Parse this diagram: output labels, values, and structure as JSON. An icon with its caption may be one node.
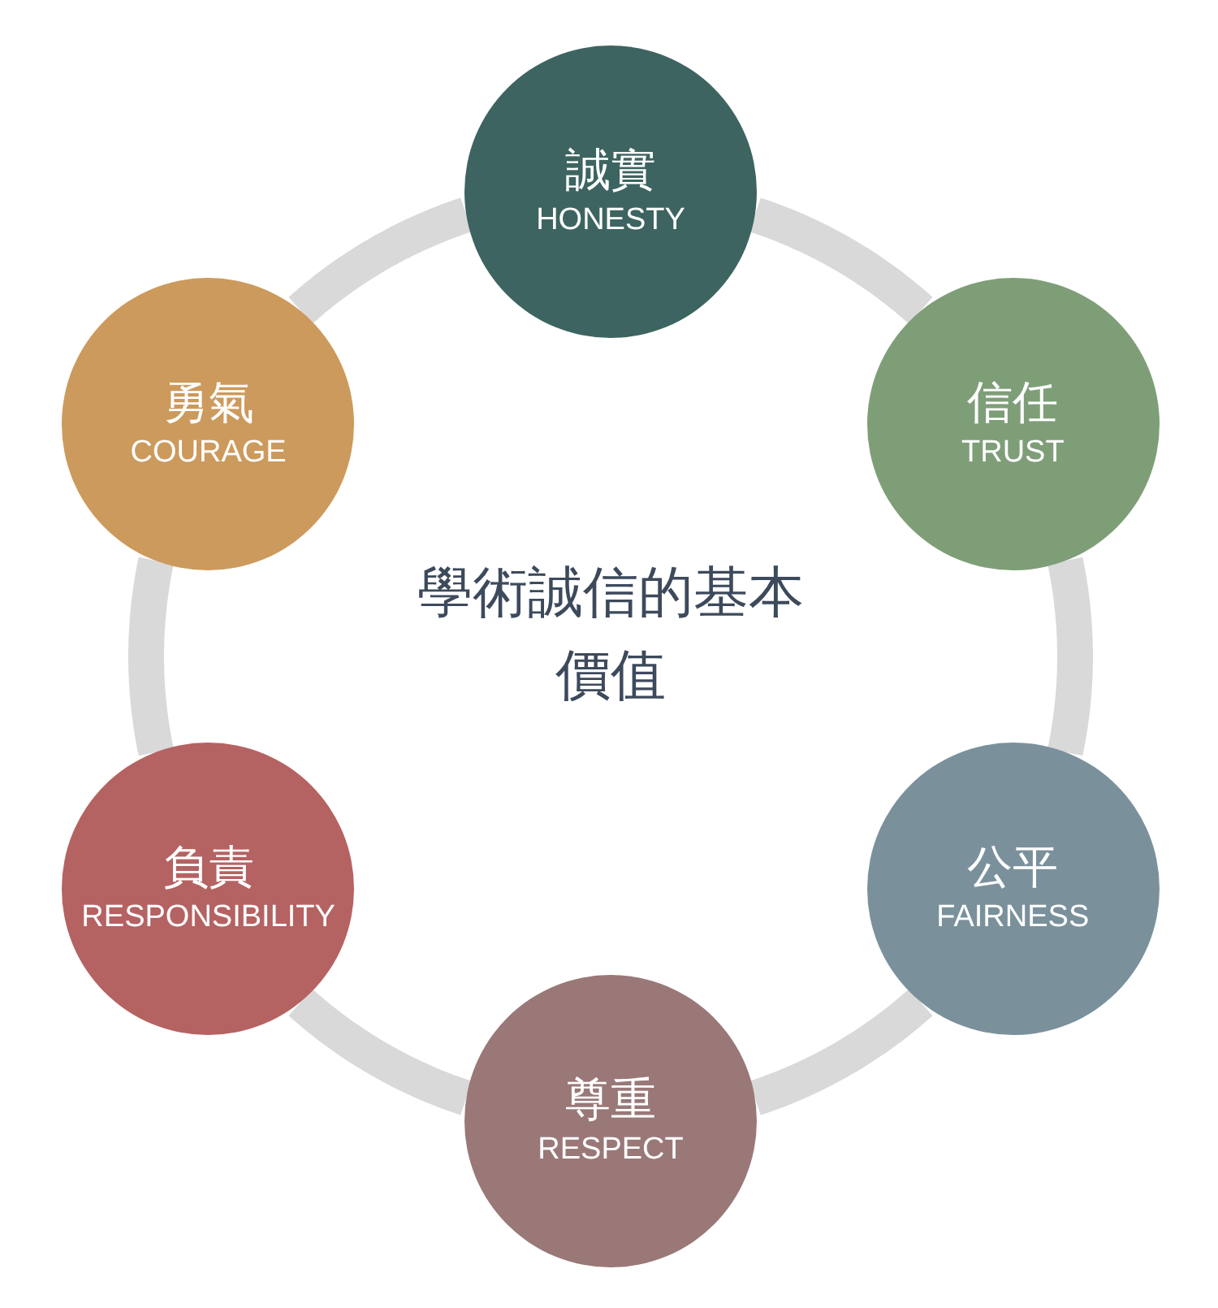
{
  "diagram": {
    "title": "學術誠信的基本價值",
    "nodes": [
      {
        "text": [
          "誠實",
          "HONESTY"
        ]
      },
      {
        "text": [
          "信任",
          "TRUST"
        ]
      },
      {
        "text": [
          "公平",
          "FAIRNESS"
        ]
      },
      {
        "text": [
          "尊重",
          "RESPECT"
        ]
      },
      {
        "text": [
          "負責",
          "RESPONSIBILITY"
        ]
      },
      {
        "text": [
          "勇氣",
          "COURAGE"
        ]
      }
    ],
    "edges": [
      {
        "from": 0,
        "to": 1,
        "arrow": "none"
      },
      {
        "from": 1,
        "to": 2,
        "arrow": "none"
      },
      {
        "from": 2,
        "to": 3,
        "arrow": "none"
      },
      {
        "from": 3,
        "to": 4,
        "arrow": "none"
      },
      {
        "from": 4,
        "to": 5,
        "arrow": "none"
      },
      {
        "from": 5,
        "to": 0,
        "arrow": "none"
      }
    ]
  }
}
